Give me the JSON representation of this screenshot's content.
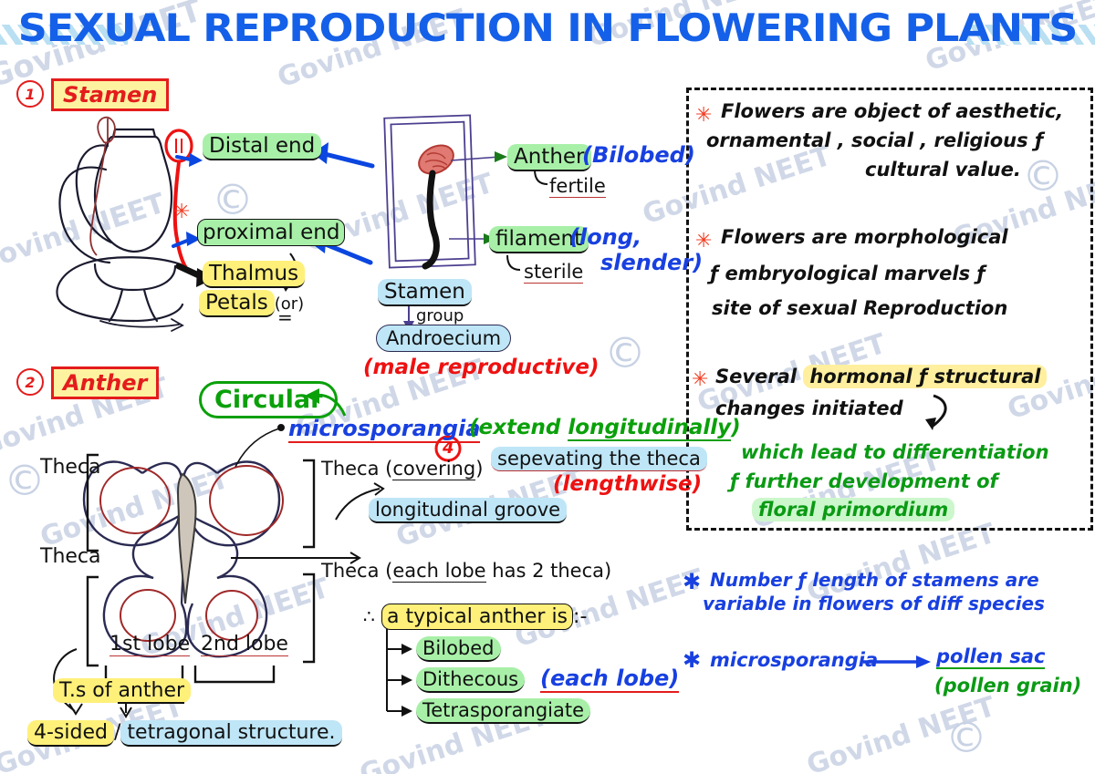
{
  "title": "SEXUAL REPRODUCTION IN FLOWERING PLANTS",
  "watermark": "Govind NEET",
  "sections": {
    "one": {
      "number": "1",
      "label": "Stamen"
    },
    "two": {
      "number": "2",
      "label": "Anther"
    }
  },
  "flower_diagram": {
    "distal_end": "Distal end",
    "proximal_end": "proximal end",
    "thalmus": "Thalmus",
    "petals": "Petals",
    "petals_or": "(or)"
  },
  "stamen_diagram": {
    "anther": "Anther",
    "anther_note": "(Bilobed)",
    "fertile": "fertile",
    "filament": "filament",
    "filament_note_1": "(long,",
    "filament_note_2": "slender)",
    "sterile": "sterile",
    "stamen": "Stamen",
    "group": "group",
    "androecium": "Androecium",
    "male_reproductive": "(male reproductive)"
  },
  "anther_diagram": {
    "circular": "Circular",
    "microsporangia": "microsporangia",
    "extend_longitudinally_pre": "(extend ",
    "extend_longitudinally_word": "longitudinally",
    "extend_longitudinally_post": ")",
    "marker_four": "4",
    "theca_left_top": "Theca",
    "theca_left_bottom": "Theca",
    "theca_right_top_pre": "Theca (",
    "theca_right_top_u": "covering",
    "theca_right_top_post": ")",
    "separating_theca": "sepevating the theca",
    "lengthwise": "(lengthwise)",
    "longitudinal_groove": "longitudinal groove",
    "theca_right_bottom_pre": "Theca (",
    "theca_right_bottom_u": "each lobe",
    "theca_right_bottom_post": " has 2 theca)",
    "first_lobe": "1st lobe",
    "second_lobe": "2nd lobe",
    "ts_of_anther_pre": "T.s of ",
    "ts_of_anther_u": "anther",
    "four_sided_a": "4-sided",
    "four_sided_slash": "/",
    "four_sided_b": "tetragonal structure."
  },
  "typical_anther": {
    "therefore": "∴",
    "heading": "a typical anther is",
    "colon": ":-",
    "items": [
      "Bilobed",
      "Dithecous",
      "Tetrasporangiate"
    ],
    "each_lobe": "(each lobe)"
  },
  "notes_box": {
    "bullets": [
      {
        "marker": "*",
        "lines": [
          {
            "text": "Flowers are object of aesthetic,"
          },
          {
            "text": "ornamental , social , religious ƒ"
          },
          {
            "text": "cultural value."
          }
        ]
      },
      {
        "marker": "*",
        "lines": [
          {
            "text": "Flowers are morphological"
          },
          {
            "text": "ƒ embryological marvels  ƒ"
          },
          {
            "text": "site of sexual Reproduction"
          }
        ]
      },
      {
        "marker": "*",
        "lines": [
          {
            "text": "Several hormonal ƒ structural"
          },
          {
            "text": "changes initiated"
          }
        ]
      }
    ],
    "highlight_hormonal": "hormonal ƒ structural",
    "green_lines": [
      "which lead to differentiation",
      "ƒ further development of",
      "floral primordium"
    ]
  },
  "blue_notes": [
    {
      "marker": "*",
      "lines": [
        "Number ƒ length of stamens are",
        "variable in flowers of diff species"
      ]
    }
  ],
  "microsporangia_note": {
    "marker": "*",
    "label": "microsporangia",
    "arrow": "⟶",
    "target": "pollen sac",
    "sub": "(pollen grain)"
  },
  "colors": {
    "title_blue": "#1560e8",
    "red": "#e41c1c",
    "green": "#0a9a14",
    "blue_ink": "#1840e0",
    "highlight_yellow": "#fff07a",
    "highlight_green": "#a8f0a8",
    "highlight_blue": "#bfe6f7",
    "watermark": "#c8d2e4"
  }
}
